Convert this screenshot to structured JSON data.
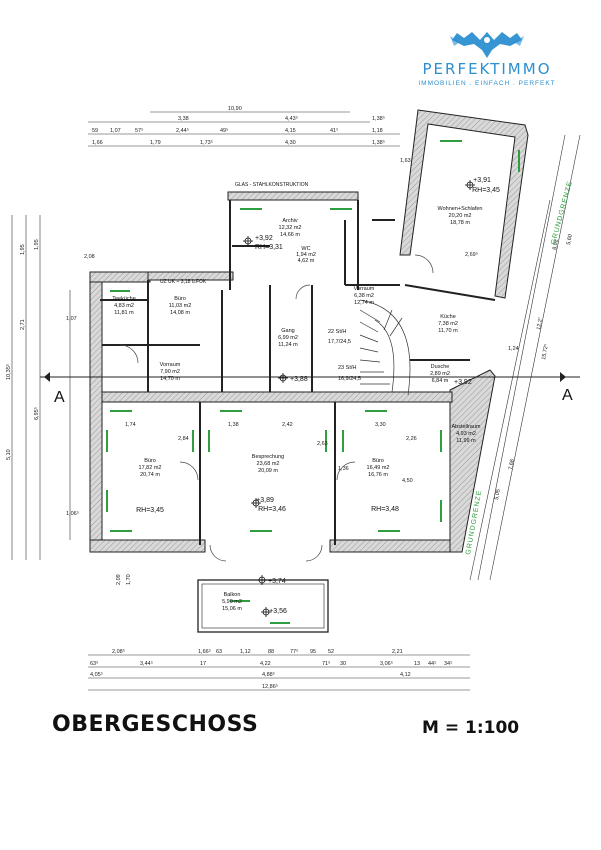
{
  "brand": {
    "name": "PERFEKTIMMO",
    "tagline": "IMMOBILIEN . EINFACH . PERFEKT",
    "color": "#2b8fd0"
  },
  "title": "OBERGESCHOSS",
  "scale": "M = 1:100",
  "section_mark": "A",
  "boundary_label": "GRUNDGRENZE",
  "rooms": {
    "wohnen": {
      "name": "Wohnen+Schlafen",
      "area": "20,20 m2",
      "perimeter": "18,78 m",
      "rh": "RH=3,45",
      "level": "+3,91"
    },
    "archiv": {
      "name": "Archiv",
      "area": "12,32 m2",
      "perimeter": "14,66 m"
    },
    "wc": {
      "name": "WC",
      "area": "1,94 m2",
      "perimeter": "4,62 m"
    },
    "teekueche": {
      "name": "Teeküche",
      "area": "4,83 m2",
      "perimeter": "11,81 m"
    },
    "buero_small": {
      "name": "Büro",
      "area": "11,03 m2",
      "perimeter": "14,08 m"
    },
    "vorraum_left": {
      "name": "Vorraum",
      "area": "7,90 m2",
      "perimeter": "14,70 m"
    },
    "gang": {
      "name": "Gang",
      "area": "6,99 m2",
      "perimeter": "11,24 m"
    },
    "vorraum_right": {
      "name": "Vorraum",
      "area": "6,38 m2",
      "perimeter": "12,74 m"
    },
    "kueche": {
      "name": "Küche",
      "area": "7,38 m2",
      "perimeter": "11,70 m"
    },
    "dusche": {
      "name": "Dusche",
      "area": "2,89 m2",
      "perimeter": "6,84 m"
    },
    "abstellraum": {
      "name": "Abstellraum",
      "area": "4,93 m2",
      "perimeter": "11,99 m"
    },
    "buero_left": {
      "name": "Büro",
      "area": "17,82 m2",
      "perimeter": "20,74 m",
      "rh": "RH=3,45"
    },
    "besprechung": {
      "name": "Besprechung",
      "area": "23,68 m2",
      "perimeter": "20,09 m",
      "rh": "RH=3,46",
      "level": "+3,89"
    },
    "buero_right": {
      "name": "Büro",
      "area": "16,49 m2",
      "perimeter": "16,76 m",
      "rh": "RH=3,48"
    },
    "balkon": {
      "name": "Balkon",
      "area": "5,90 m2",
      "perimeter": "15,06 m",
      "level": "+3,56"
    }
  },
  "annotations": {
    "rh_archiv": "RH=3,31",
    "level_archiv": "+3,92",
    "level_hall": "+3,88",
    "level_dusche": "+3,92",
    "level_balcony_door": "+3,74",
    "stairs_upper": "22 St/H",
    "stairs_ratio_upper": "17,7/24,5",
    "stairs_lower": "23 St/H",
    "stairs_ratio_lower": "16,9/24,5",
    "glass_construction": "GLAS - STAHLKONSTRUKTION",
    "uz_note": "UZ UK = 3,18 ü.FOK"
  },
  "dimensions": {
    "top": [
      "10,90",
      "3,38",
      "4,43⁵",
      "1,38⁵",
      "59",
      "1,07",
      "57⁵",
      "2,44⁵",
      "49⁵",
      "4,15",
      "41⁵",
      "1,18",
      "1,66",
      "1,79",
      "1,73⁵",
      "4,30",
      "1,38⁵"
    ],
    "bottom": [
      "2,08⁵",
      "1,66⁵",
      "63",
      "1,12",
      "88",
      "77⁵",
      "95",
      "52",
      "2,21",
      "63⁵",
      "3,44⁵",
      "17",
      "4,22",
      "71⁵",
      "30",
      "3,06⁵",
      "13",
      "44⁵",
      "34⁵",
      "4,05⁵",
      "4,88⁵",
      "4,12",
      "12,86⁵"
    ],
    "left": [
      "5,10",
      "1,95",
      "2,71",
      "1,95",
      "1,07",
      "2,08",
      "6,95⁵",
      "10,35⁵",
      "1,06⁵",
      "2,09",
      "1,70"
    ],
    "right": [
      "8,02",
      "5,60",
      "15,72⁵",
      "12,2⁷",
      "1,24",
      "7,68",
      "5,05"
    ],
    "inner": [
      "1,74",
      "1,38",
      "2,84",
      "1,36",
      "2,63",
      "3,30",
      "2,42",
      "4,50",
      "2,26",
      "2,69⁵",
      "1,63"
    ]
  }
}
